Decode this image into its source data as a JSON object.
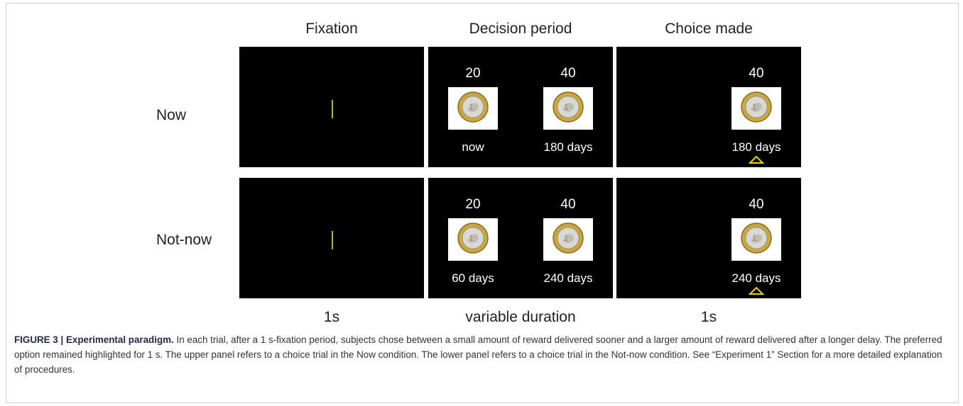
{
  "figure": {
    "columns": [
      "Fixation",
      "Decision period",
      "Choice made"
    ],
    "rows": [
      "Now",
      "Not-now"
    ],
    "durations": [
      "1s",
      "variable duration",
      "1s"
    ],
    "now_trial": {
      "decision": [
        {
          "amount": "20",
          "delay": "now"
        },
        {
          "amount": "40",
          "delay": "180 days"
        }
      ],
      "choice": {
        "amount": "40",
        "delay": "180 days"
      }
    },
    "notnow_trial": {
      "decision": [
        {
          "amount": "20",
          "delay": "60 days"
        },
        {
          "amount": "40",
          "delay": "240 days"
        }
      ],
      "choice": {
        "amount": "40",
        "delay": "240 days"
      }
    },
    "colors": {
      "fixation": "#b7b43a",
      "marker": "#e6d21c",
      "screen": "#000000"
    },
    "icons": [
      "euro-coin-icon",
      "triangle-marker-icon"
    ]
  },
  "caption": {
    "label": "FIGURE 3 | Experimental paradigm.",
    "text": " In each trial, after a 1 s-fixation period, subjects chose between a small amount of reward delivered sooner and a larger amount of reward delivered after a longer delay. The preferred option remained highlighted for 1 s. The upper panel refers to a choice trial in the Now condition. The lower panel refers to a choice trial in the Not-now condition. See “Experiment 1” Section for a more detailed explanation of procedures."
  }
}
